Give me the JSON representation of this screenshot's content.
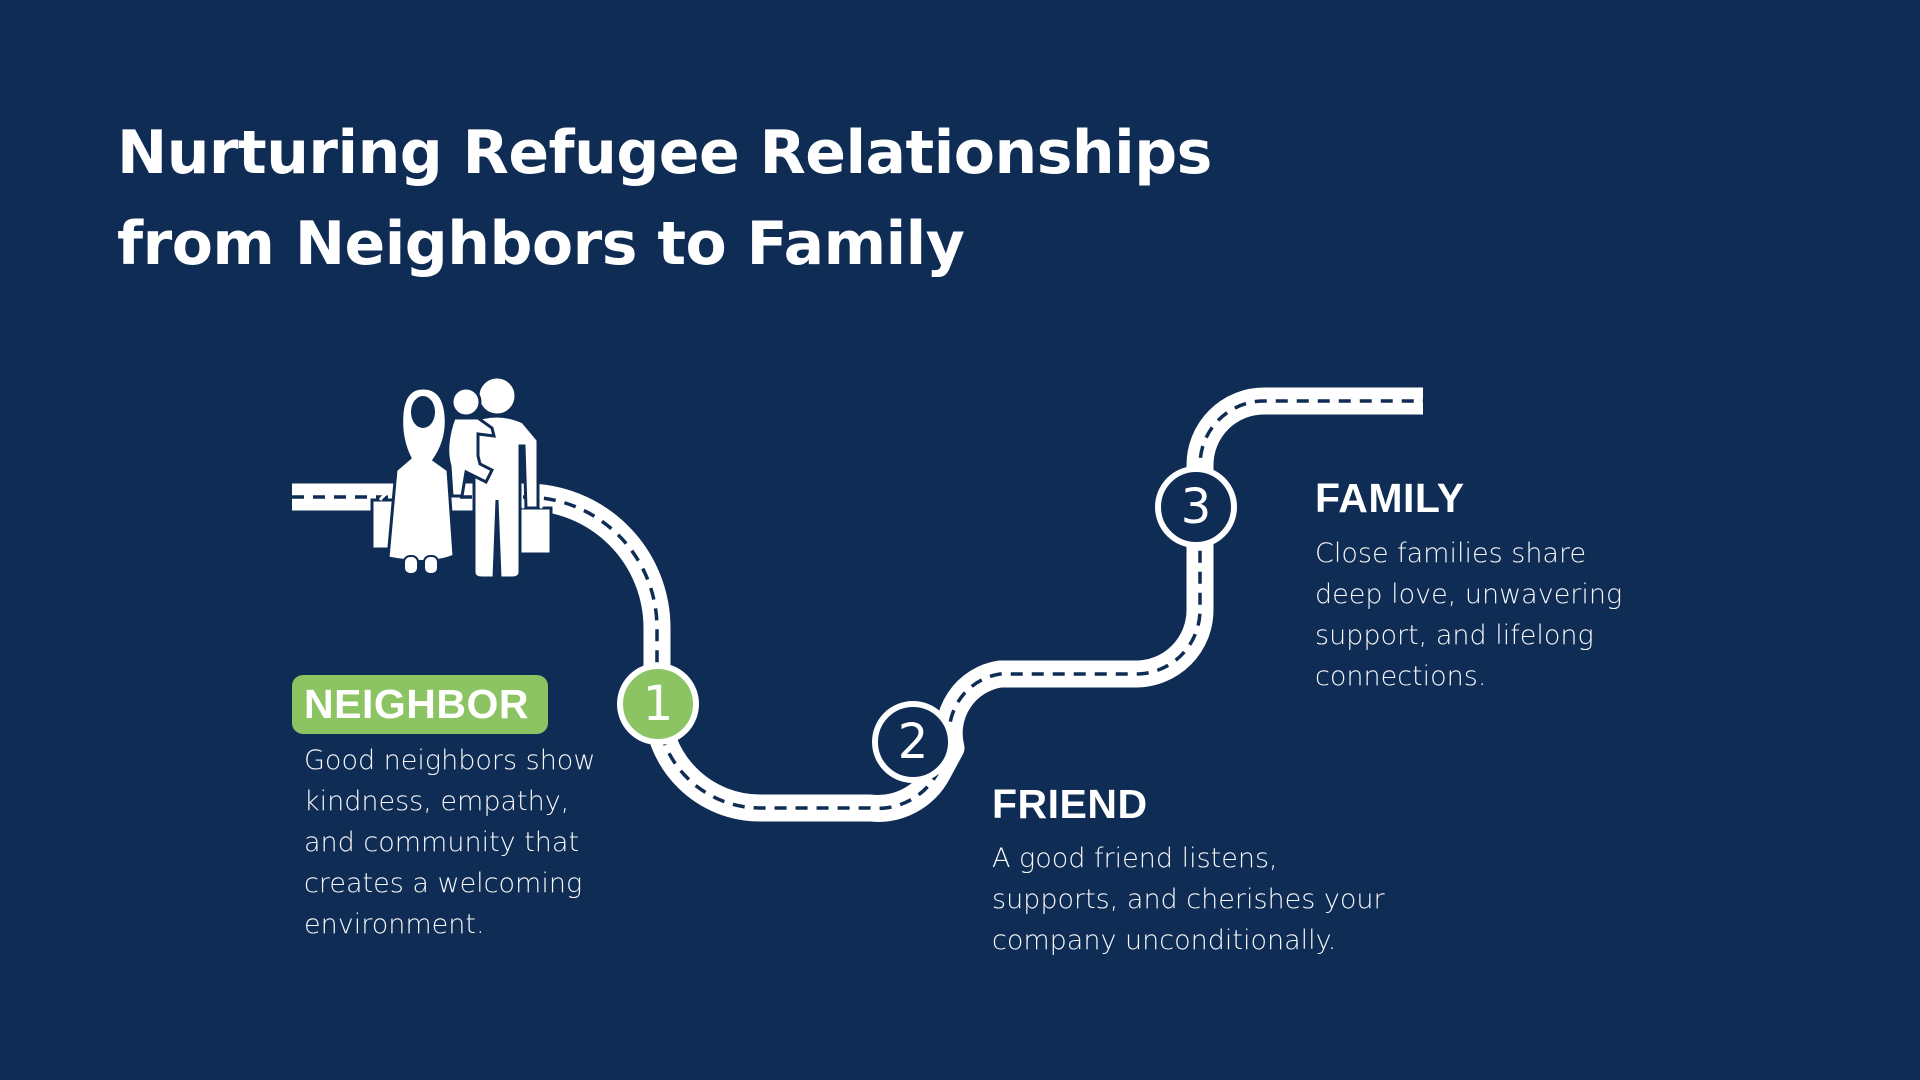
{
  "title": {
    "line1": "Nurturing Refugee Relationships",
    "line2": "from Neighbors to Family"
  },
  "icons": {
    "family": "refugee-family-icon"
  },
  "colors": {
    "background": "#0f2c55",
    "road": "#ffffff",
    "accent_green": "#8cc464"
  },
  "stages": [
    {
      "number": "1",
      "label": "NEIGHBOR",
      "description": "Good neighbors show\nkindness, empathy,\nand community that\ncreates a welcoming\nenvironment."
    },
    {
      "number": "2",
      "label": "FRIEND",
      "description": "A good friend listens,\nsupports, and cherishes your\ncompany unconditionally."
    },
    {
      "number": "3",
      "label": "FAMILY",
      "description": "Close families share\ndeep love, unwavering\nsupport, and lifelong\nconnections."
    }
  ]
}
